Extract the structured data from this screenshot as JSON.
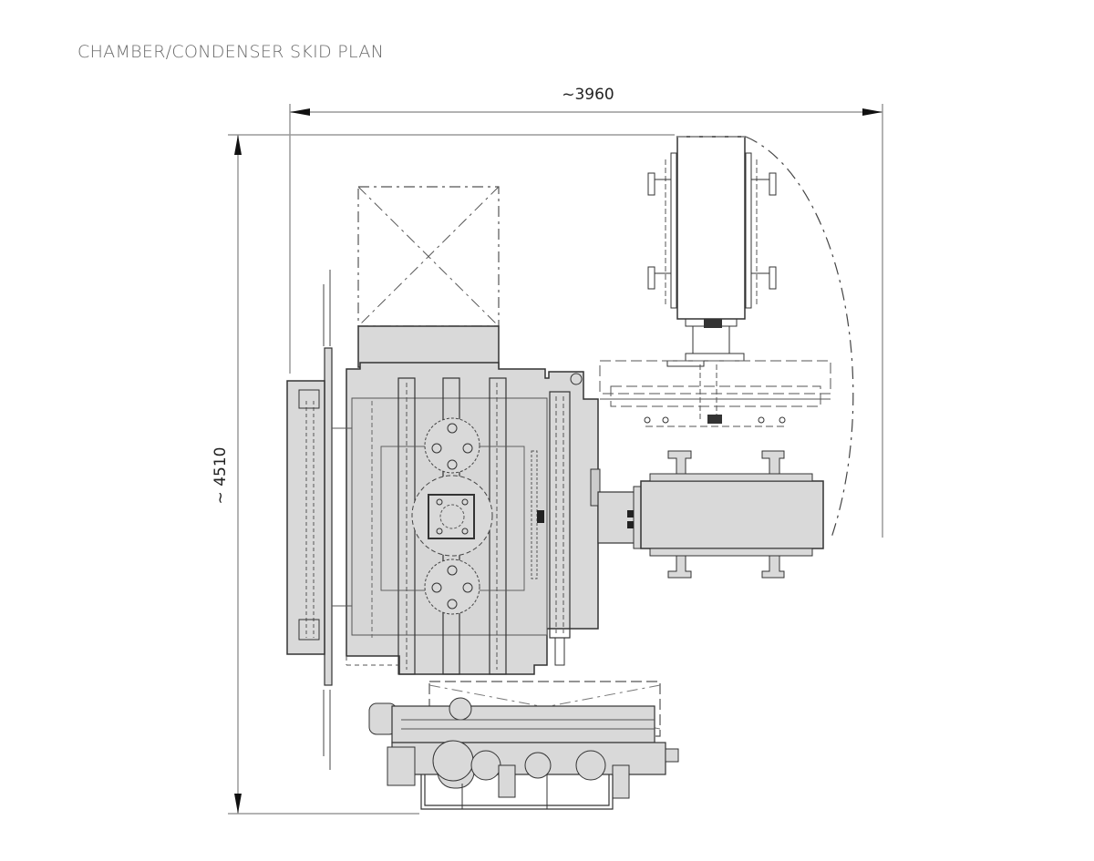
{
  "title": "CHAMBER/CONDENSER SKID PLAN",
  "dimensions": {
    "width_label": "~3960",
    "height_label": "~ 4510"
  },
  "components": [
    {
      "name": "chamber"
    },
    {
      "name": "condenser"
    },
    {
      "name": "door-swing-clearance"
    },
    {
      "name": "top-service-area"
    },
    {
      "name": "bottom-manifold-skid"
    },
    {
      "name": "right-motor-unit"
    }
  ],
  "colors": {
    "fill": "#d9d9d9",
    "line": "#333333",
    "dim_line": "#9a9a9a"
  }
}
